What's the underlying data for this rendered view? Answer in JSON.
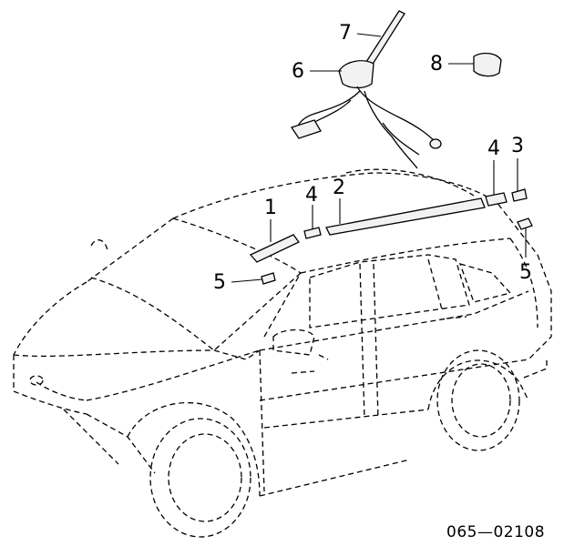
{
  "diagram": {
    "callouts": {
      "c7": "7",
      "c6": "6",
      "c8": "8",
      "c4a": "4",
      "c3": "3",
      "c2": "2",
      "c4b": "4",
      "c1": "1",
      "c5a": "5",
      "c5b": "5"
    },
    "drawing_code": "065—02108"
  }
}
